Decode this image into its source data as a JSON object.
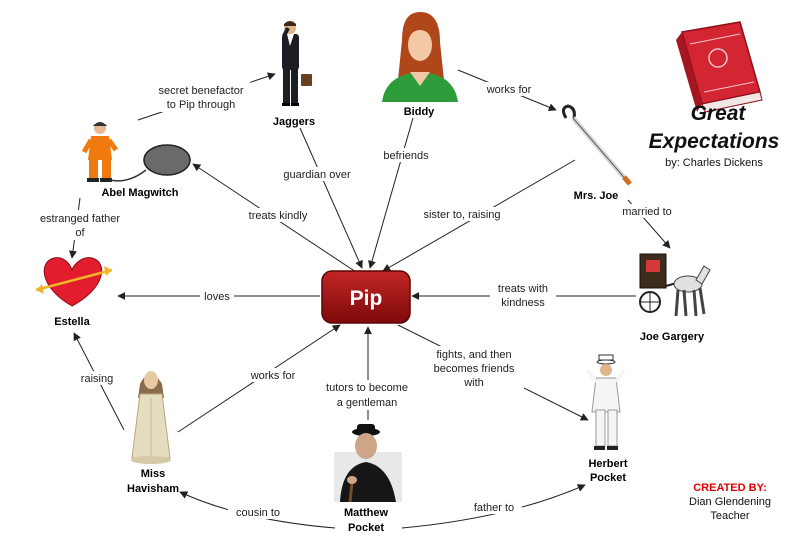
{
  "center": {
    "label": "Pip",
    "color": "#9b1010"
  },
  "title": {
    "line1": "Great",
    "line2": "Expectations",
    "author": "by: Charles Dickens"
  },
  "credit": {
    "heading": "CREATED BY:",
    "name": "Dian Glendening",
    "role": "Teacher"
  },
  "nodes": {
    "jaggers": "Jaggers",
    "biddy": "Biddy",
    "abel": "Abel Magwitch",
    "mrsjoe": "Mrs. Joe",
    "estella": "Estella",
    "joegargery": "Joe Gargery",
    "havisham_1": "Miss",
    "havisham_2": "Havisham",
    "matthew_1": "Matthew",
    "matthew_2": "Pocket",
    "herbert_1": "Herbert",
    "herbert_2": "Pocket"
  },
  "edges": {
    "secret_1": "secret benefactor",
    "secret_2": "to Pip through",
    "guardian": "guardian over",
    "befriends": "befriends",
    "worksfor_biddy": "works for",
    "treats_kindly": "treats kindly",
    "sister": "sister to, raising",
    "married": "married to",
    "estranged_1": "estranged father",
    "estranged_2": "of",
    "loves": "loves",
    "treats_kind_1": "treats with",
    "treats_kind_2": "kindness",
    "raising": "raising",
    "worksfor_pip": "works for",
    "tutors_1": "tutors to become",
    "tutors_2": "a gentleman",
    "fights_1": "fights, and then",
    "fights_2": "becomes friends",
    "fights_3": "with",
    "cousin": "cousin to",
    "father": "father to"
  }
}
